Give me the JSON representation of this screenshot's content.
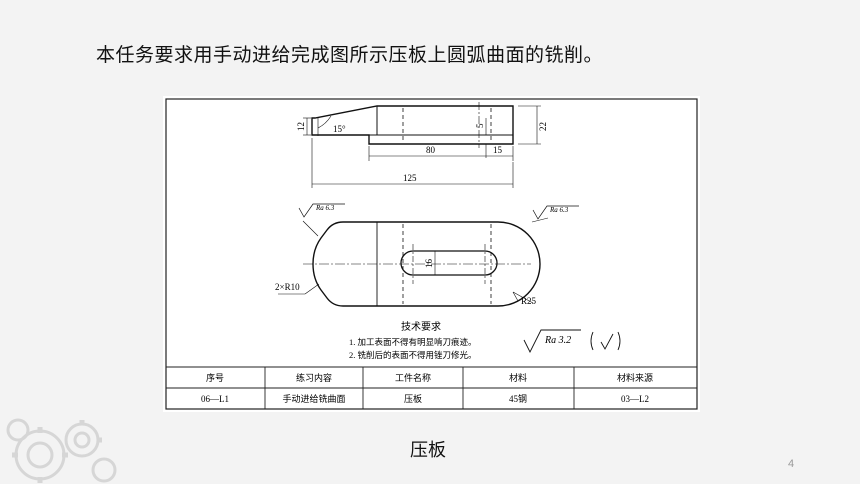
{
  "header": {
    "instruction": "本任务要求用手动进给完成图所示压板上圆弧曲面的铣削。"
  },
  "drawing": {
    "dimensions": {
      "height_left": "12",
      "angle": "15°",
      "slot_depth": "5",
      "height_right": "22",
      "length_80": "80",
      "length_15": "15",
      "length_total": "125",
      "slot_width": "16",
      "radius_left": "2×R10",
      "radius_right": "R25"
    },
    "roughness": {
      "left": "Ra 6.3",
      "right": "Ra 6.3",
      "general": "Ra 3.2"
    },
    "tech_req": {
      "title": "技术要求",
      "item1": "1. 加工表面不得有明显啃刀痕迹。",
      "item2": "2. 铣削后的表面不得用锉刀修光。"
    },
    "title_block": {
      "headers": [
        "序号",
        "练习内容",
        "工件名称",
        "材料",
        "材料来源"
      ],
      "values": [
        "06—L1",
        "手动进给铣曲面",
        "压板",
        "45钢",
        "03—L2"
      ]
    }
  },
  "caption": "压板",
  "page_number": "4"
}
